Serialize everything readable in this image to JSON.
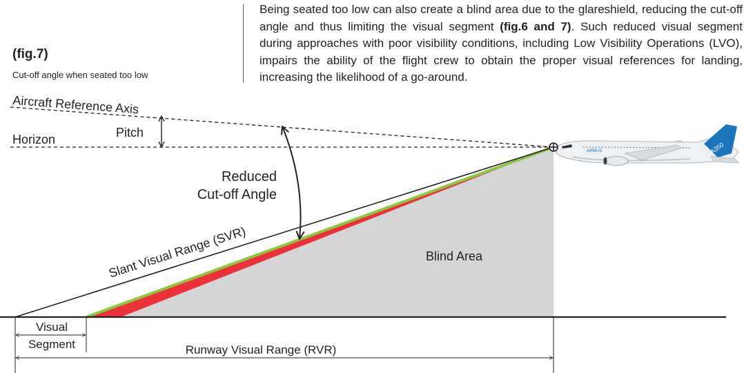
{
  "figure": {
    "label": "(fig.7)",
    "caption": "Cut-off angle when seated too low"
  },
  "paragraph": {
    "part1": "Being seated too low can also create a blind area due to the glareshield, reducing the cut-off angle and thus limiting the visual segment ",
    "bold": "(fig.6 and 7)",
    "part2": ". Such reduced visual segment during approaches with poor visibility conditions, including Low Visibility Operations (LVO), impairs the ability of the flight crew to obtain the proper visual references for landing, increasing the likelihood of a go-around."
  },
  "diagram": {
    "aircraft_reference_axis": "Aircraft Reference Axis",
    "horizon": "Horizon",
    "pitch": "Pitch",
    "reduced_line1": "Reduced",
    "reduced_line2": "Cut-off Angle",
    "svr": "Slant Visual Range (SVR)",
    "blind_area": "Blind Area",
    "visual_line1": "Visual",
    "visual_line2": "Segment",
    "rvr": "Runway Visual Range (RVR)",
    "tail_text": "A350",
    "fuselage_text": "AIRBUS",
    "colors": {
      "blind_area": "#d3d5d6",
      "red_wedge": "#ed3237",
      "green_line": "#8dc63f",
      "aircraft_tail": "#1b75bc"
    }
  }
}
